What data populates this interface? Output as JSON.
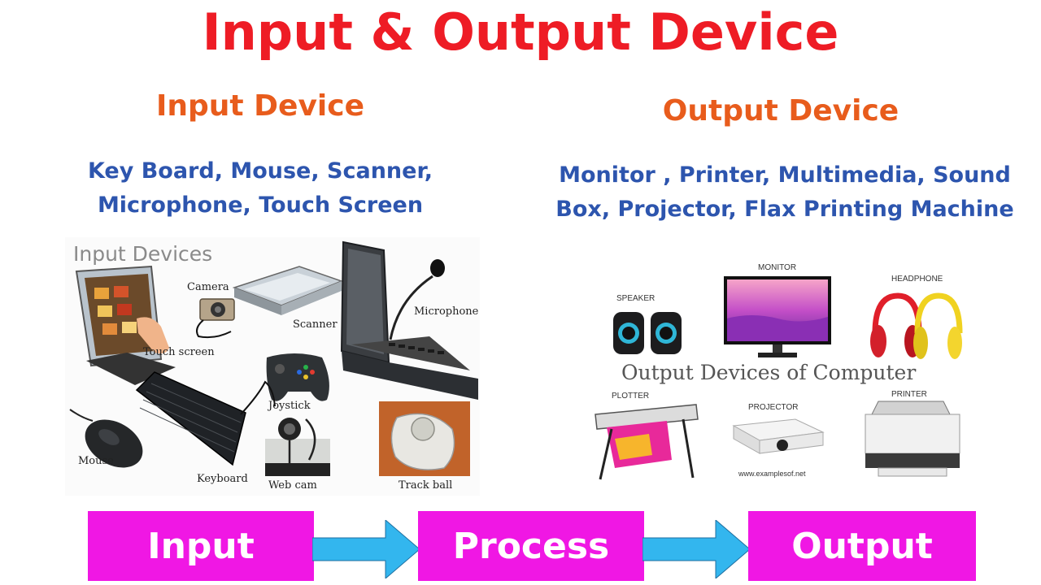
{
  "title": "Input & Output Device",
  "input": {
    "heading": "Input Device",
    "list_line1": "Key Board, Mouse, Scanner,",
    "list_line2": "Microphone, Touch Screen",
    "panel_title": "Input Devices",
    "labels": {
      "camera": "Camera",
      "touch_screen": "Touch screen",
      "scanner": "Scanner",
      "microphone": "Microphone",
      "joystick": "Joystick",
      "mouse": "Mouse",
      "keyboard": "Keyboard",
      "web_cam": "Web cam",
      "track_ball": "Track ball"
    }
  },
  "output": {
    "heading": "Output Device",
    "list_line1": "Monitor , Printer, Multimedia, Sound",
    "list_line2": "Box, Projector, Flax Printing Machine",
    "panel_title": "Output Devices of Computer",
    "labels": {
      "speaker": "SPEAKER",
      "monitor": "MONITOR",
      "headphone": "HEADPHONE",
      "plotter": "PLOTTER",
      "projector": "PROJECTOR",
      "printer": "PRINTER"
    },
    "watermark": "www.examplesof.net"
  },
  "flow": {
    "steps": [
      "Input",
      "Process",
      "Output"
    ]
  },
  "colors": {
    "title": "#ee1c25",
    "heading": "#e85c1c",
    "list": "#2d55ae",
    "flow_box": "#f017e4",
    "arrow": "#33b6ee"
  }
}
